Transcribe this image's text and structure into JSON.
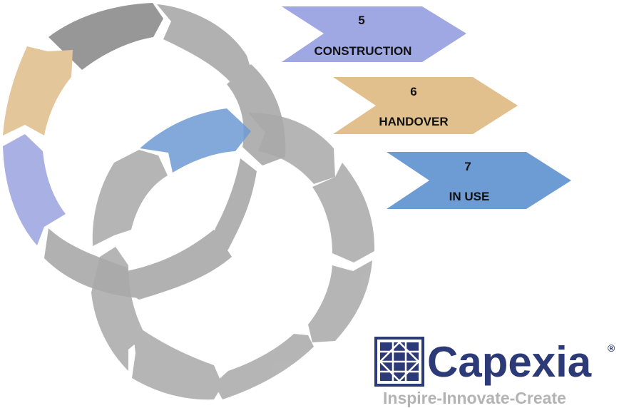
{
  "stages": [
    {
      "number": "5",
      "label": "CONSTRUCTION",
      "color": "#9fa8e2"
    },
    {
      "number": "6",
      "label": "HANDOVER",
      "color": "#e1c08e"
    },
    {
      "number": "7",
      "label": "IN USE",
      "color": "#6d9bd4"
    }
  ],
  "cycle_colors": {
    "ring_segment": "#aaaaaa",
    "dark_segment": "#8f8f8f",
    "tan_segment": "#e1c08e",
    "lavender_segment": "#9fa8e2",
    "blue_segment": "#6d9bd4"
  },
  "logo": {
    "name": "Capexia",
    "registered": "®",
    "tagline": "Inspire-Innovate-Create",
    "brand_color": "#2c3a78",
    "tagline_color": "#b3b3b3",
    "icon": "grid-cube-icon"
  }
}
